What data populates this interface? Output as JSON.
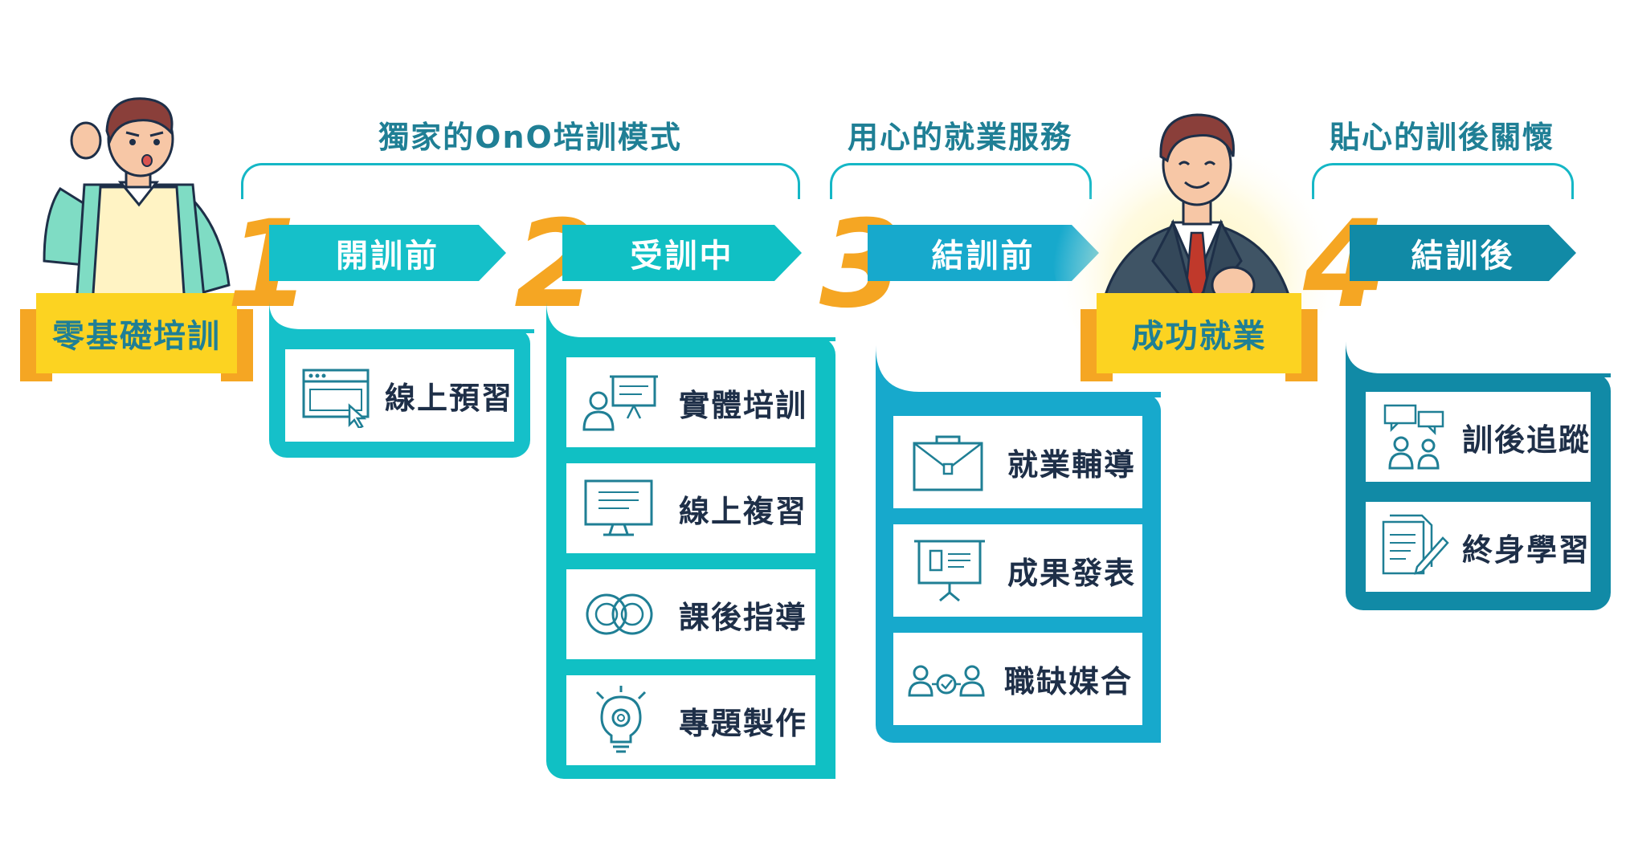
{
  "groups": [
    {
      "title": "獨家的OnO培訓模式"
    },
    {
      "title": "用心的就業服務"
    },
    {
      "title": "貼心的訓後關懷"
    }
  ],
  "start_banner": "零基礎培訓",
  "end_banner": "成功就業",
  "stages": [
    {
      "number": "1",
      "label": "開訓前",
      "color": "#15c0c9",
      "items": [
        {
          "label": "線上預習",
          "icon": "browser-cursor-icon"
        }
      ]
    },
    {
      "number": "2",
      "label": "受訓中",
      "color": "#10c0c4",
      "items": [
        {
          "label": "實體培訓",
          "icon": "presenter-icon"
        },
        {
          "label": "線上複習",
          "icon": "monitor-icon"
        },
        {
          "label": "課後指導",
          "icon": "infinity-loop-icon"
        },
        {
          "label": "專題製作",
          "icon": "lightbulb-gear-icon"
        }
      ]
    },
    {
      "number": "3",
      "label": "結訓前",
      "color": "#17a9cc",
      "items": [
        {
          "label": "就業輔導",
          "icon": "briefcase-icon"
        },
        {
          "label": "成果發表",
          "icon": "presentation-board-icon"
        },
        {
          "label": "職缺媒合",
          "icon": "people-match-icon"
        }
      ]
    },
    {
      "number": "4",
      "label": "結訓後",
      "color": "#118aa6",
      "items": [
        {
          "label": "訓後追蹤",
          "icon": "chat-people-icon"
        },
        {
          "label": "終身學習",
          "icon": "document-pen-icon"
        }
      ]
    }
  ]
}
